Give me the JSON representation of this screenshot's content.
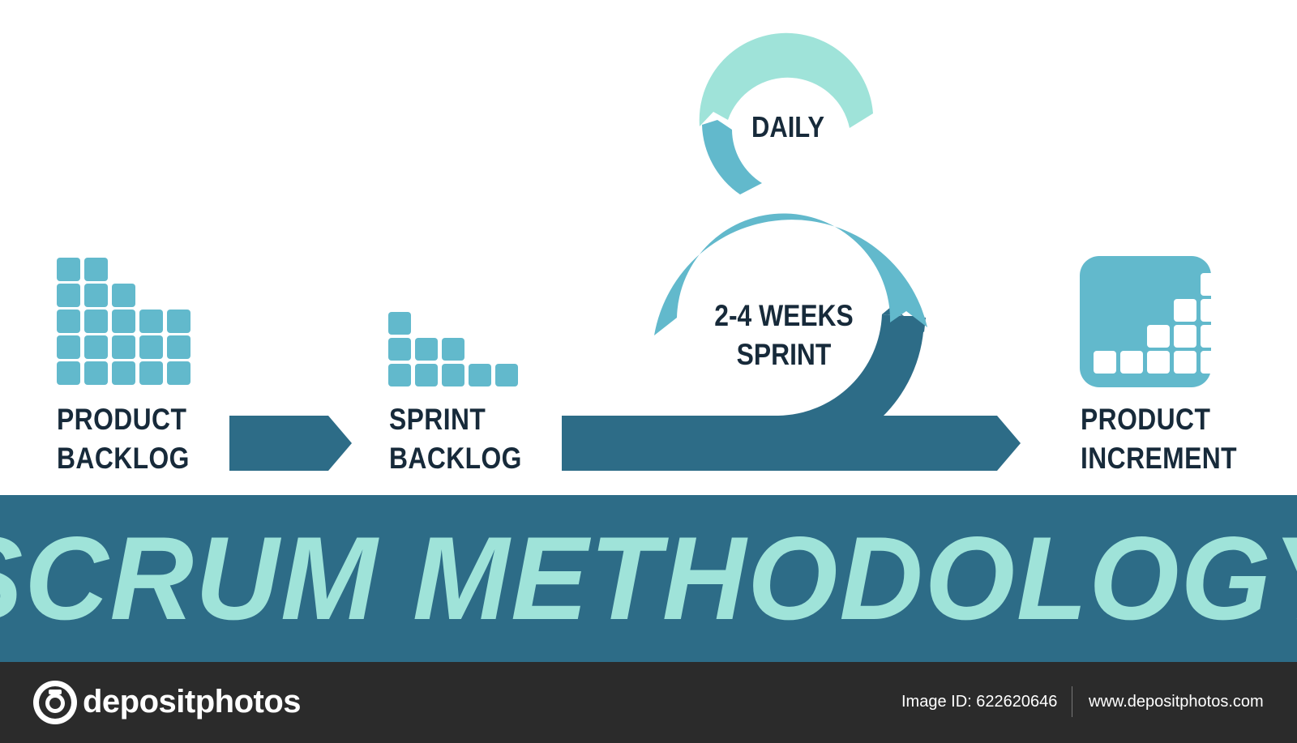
{
  "diagram": {
    "colors": {
      "dark": "#2d6c87",
      "mid": "#62b9cc",
      "light": "#9fe3d9",
      "text": "#172a3a"
    },
    "product_backlog": {
      "line1": "PRODUCT",
      "line2": "BACKLOG"
    },
    "sprint_backlog": {
      "line1": "SPRINT",
      "line2": "BACKLOG"
    },
    "daily": "DAILY",
    "sprint": {
      "line1": "2-4 WEEKS",
      "line2": "SPRINT"
    },
    "product_increment": {
      "line1": "PRODUCT",
      "line2": "INCREMENT"
    },
    "banner_title": "SCRUM METHODOLOGY"
  },
  "footer": {
    "brand": "depositphotos",
    "brand_icon": "camera-icon",
    "image_id": "Image ID: 622620646",
    "url": "www.depositphotos.com"
  }
}
